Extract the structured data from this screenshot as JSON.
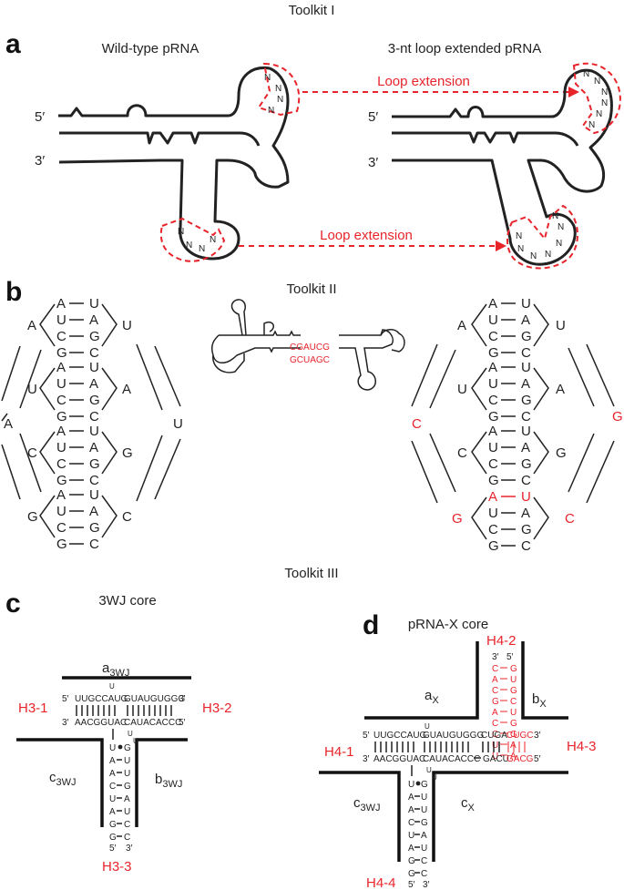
{
  "toolkit_titles": {
    "t1": "Toolkit I",
    "t2": "Toolkit II",
    "t3": "Toolkit III"
  },
  "panel_letters": {
    "a": "a",
    "b": "b",
    "c": "c",
    "d": "d"
  },
  "panel_a": {
    "left_title": "Wild-type pRNA",
    "right_title": "3-nt loop extended pRNA",
    "five_prime": "5′",
    "three_prime": "3′",
    "loop_extension_top": "Loop extension",
    "loop_extension_bottom": "Loop extension",
    "n": "N"
  },
  "panel_b": {
    "center_top": "CGAUCG",
    "center_bottom": "GCUAGC"
  },
  "panel_c": {
    "title": "3WJ core",
    "a_label": "a",
    "a_sub": "3WJ",
    "b_label": "b",
    "b_sub": "3WJ",
    "c_label": "c",
    "c_sub": "3WJ",
    "h31": "H3-1",
    "h32": "H3-2",
    "h33": "H3-3",
    "top_seq": "UUGCCAUG GUAUGUGGG",
    "bottom_seq": "AACGGUAC CAUACACCC",
    "p5": "5′",
    "p3": "3′"
  },
  "panel_d": {
    "title": "pRNA-X core",
    "ax": "a",
    "ax_sub": "X",
    "bx": "b",
    "bx_sub": "X",
    "c3wj": "c",
    "c3wj_sub": "3WJ",
    "cx": "c",
    "cx_sub": "X",
    "h41": "H4-1",
    "h42": "H4-2",
    "h43": "H4-3",
    "h44": "H4-4",
    "top_seq": "UUGCCAUG GUAUGUGGG",
    "bottom_seq": "AACGGUAC CAUACACCC",
    "right_top_black": "CUGA",
    "right_top_red": "CUGC",
    "right_bot_black": "GACU",
    "right_bot_red": "GACG",
    "p5": "5′",
    "p3": "3′"
  }
}
